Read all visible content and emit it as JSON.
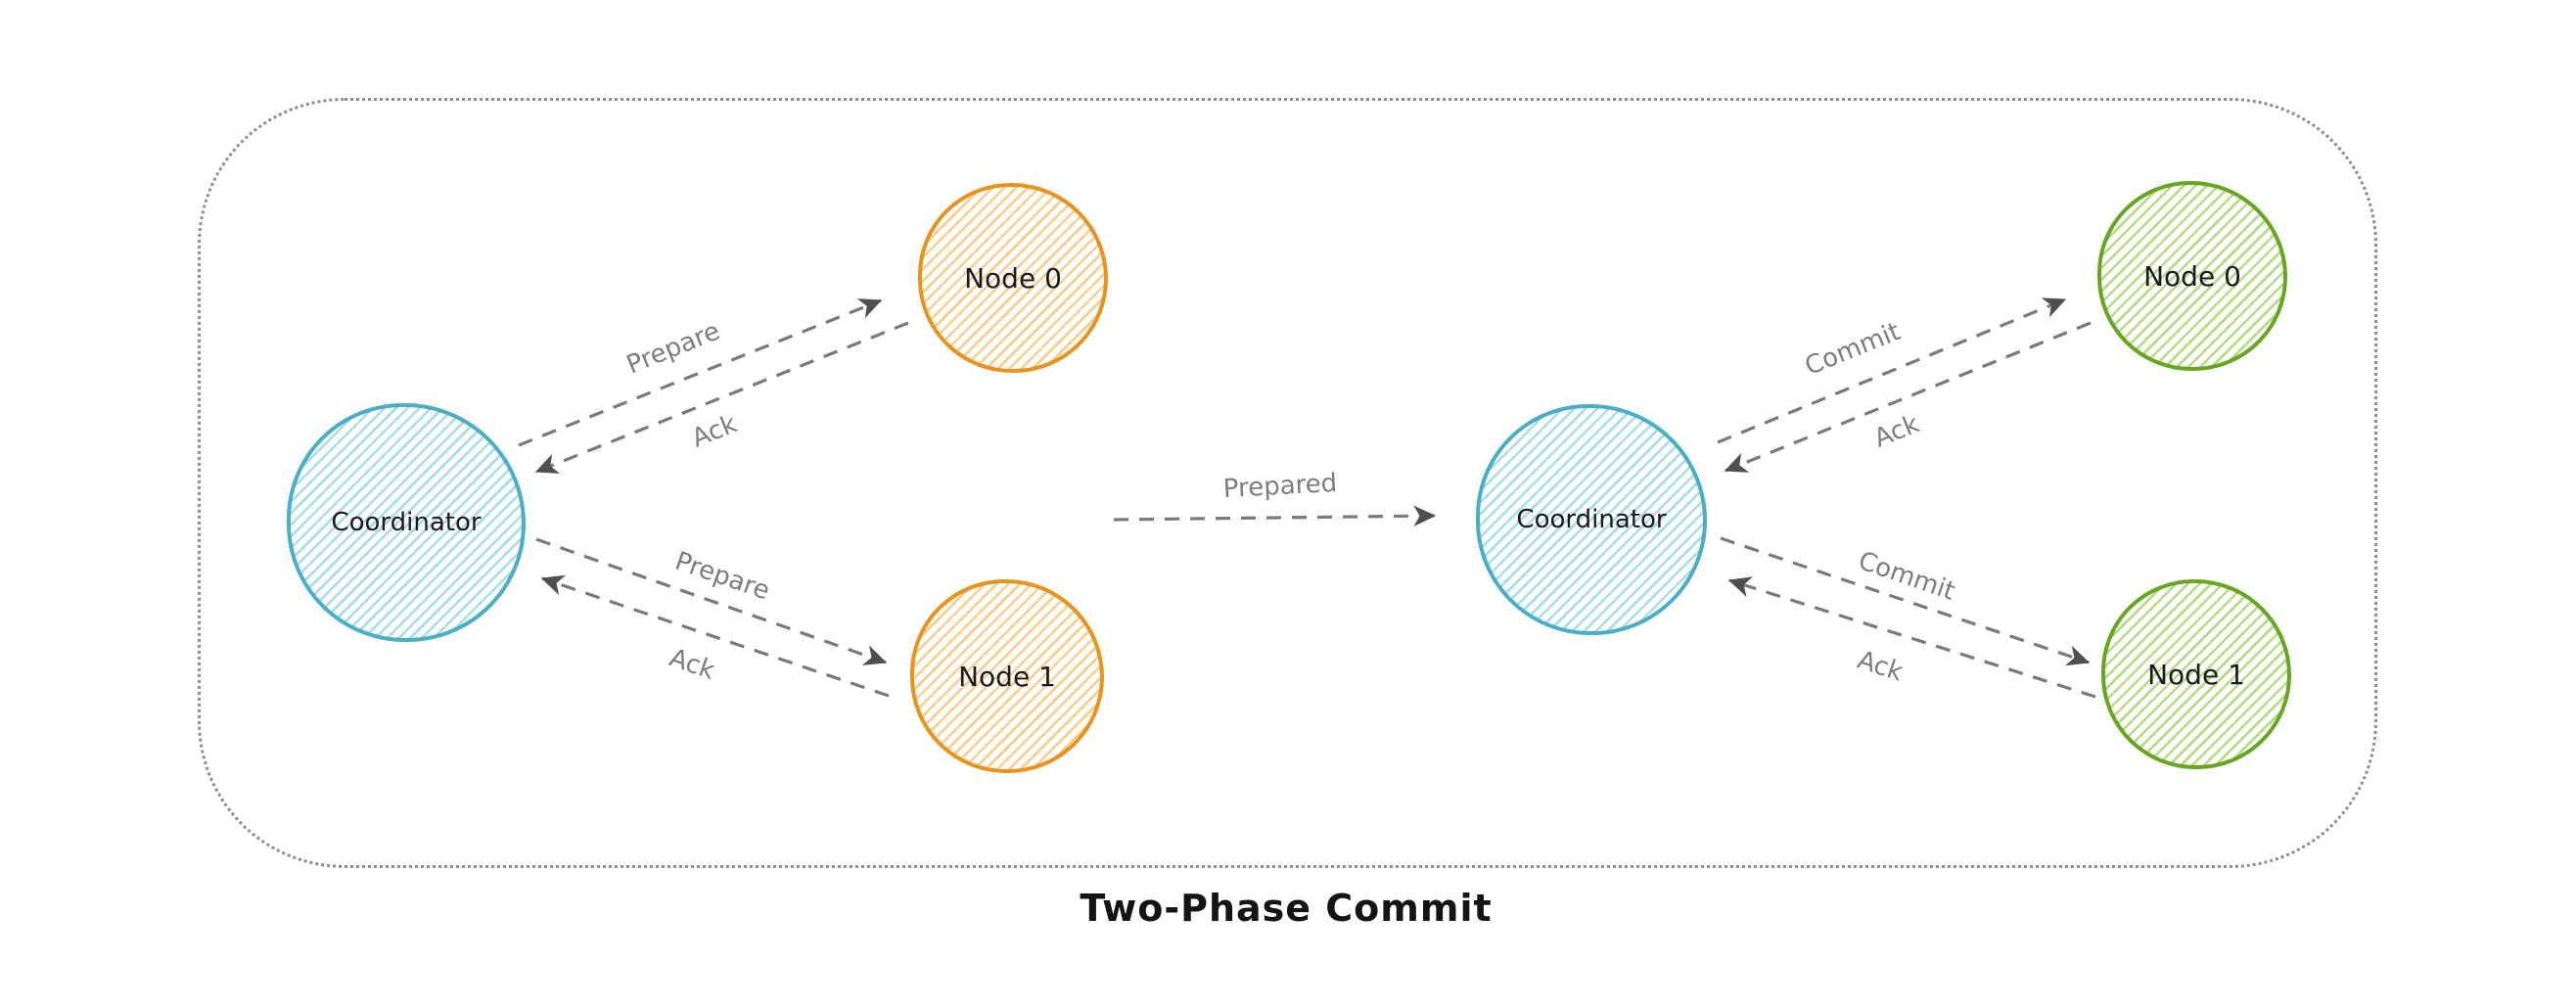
{
  "title": "Two-Phase Commit",
  "phase1": {
    "coordinator_label": "Coordinator",
    "node0_label": "Node 0",
    "node1_label": "Node 1",
    "msg_prepare_top": "Prepare",
    "msg_ack_top": "Ack",
    "msg_prepare_bottom": "Prepare",
    "msg_ack_bottom": "Ack"
  },
  "transition": {
    "label": "Prepared"
  },
  "phase2": {
    "coordinator_label": "Coordinator",
    "node0_label": "Node 0",
    "node1_label": "Node 1",
    "msg_commit_top": "Commit",
    "msg_ack_top": "Ack",
    "msg_commit_bottom": "Commit",
    "msg_ack_bottom": "Ack"
  },
  "colors": {
    "coordinator_stroke": "#4aaec6",
    "coordinator_hatch": "#a9dde9",
    "prepare_node_stroke": "#e8931d",
    "prepare_node_hatch": "#f8cf8f",
    "commit_node_stroke": "#66a621",
    "commit_node_hatch": "#b6dc87",
    "arrow": "#7a7a7a",
    "arrowhead": "#4f4f4f",
    "label": "#7d7d7d",
    "border": "#8e8e8e",
    "title": "#141414"
  }
}
